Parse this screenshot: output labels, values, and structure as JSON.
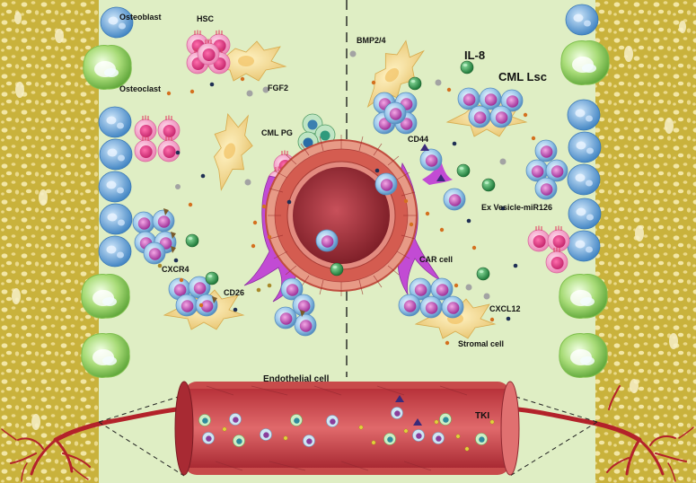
{
  "labels": {
    "osteoblast": "Osteoblast",
    "osteoclast": "Osteoclast",
    "hsc": "HSC",
    "fgf2": "FGF2",
    "cml_pg": "CML PG",
    "cxcr4": "CXCR4",
    "cd26": "CD26",
    "bmp": "BMP2/4",
    "il8": "IL-8",
    "cml_lsc": "CML Lsc",
    "cd44": "CD44",
    "ex_vesicle": "Ex Vesicle-miR126",
    "car_cell": "CAR cell",
    "cxcl12": "CXCL12",
    "stromal": "Stromal cell",
    "endothelial": "Endothelial cell",
    "tki": "TKI"
  },
  "colors": {
    "marrow_background": "#dfeec4",
    "bone": "#c9b23c",
    "osteoblast": "#9fd36a",
    "osteoclast": "#5aa0d6",
    "lsc": "#7fb8df",
    "hsc": "#f29ac2",
    "vessel_wall": "#c8443c",
    "lumen": "#9a2a33",
    "car_cell": "#c040d0",
    "stromal": "#f3d78a"
  }
}
